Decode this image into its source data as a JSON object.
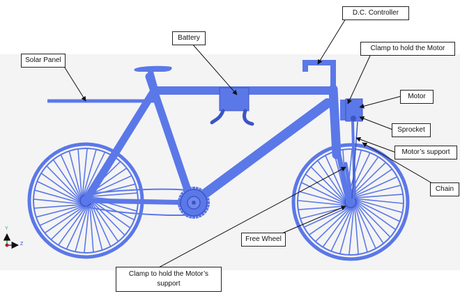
{
  "labels": {
    "dc_controller": "D.C. Controller",
    "battery": "Battery",
    "clamp_motor": "Clamp to hold the Motor",
    "solar_panel": "Solar Panel",
    "motor": "Motor",
    "sprocket": "Sprocket",
    "motor_support": "Motor’s support",
    "chain": "Chain",
    "free_wheel": "Free Wheel",
    "clamp_motor_support": "Clamp to hold the Motor’s support"
  },
  "axis": {
    "y": "Y",
    "z": "Z"
  },
  "colors": {
    "bike": "#5b78e8",
    "bike_dark": "#3c55c6",
    "background": "#f3f3f3",
    "leader": "#111111",
    "axis_y": "#2bb24c",
    "axis_z": "#2a45d8",
    "axis_origin": "#b22222"
  }
}
